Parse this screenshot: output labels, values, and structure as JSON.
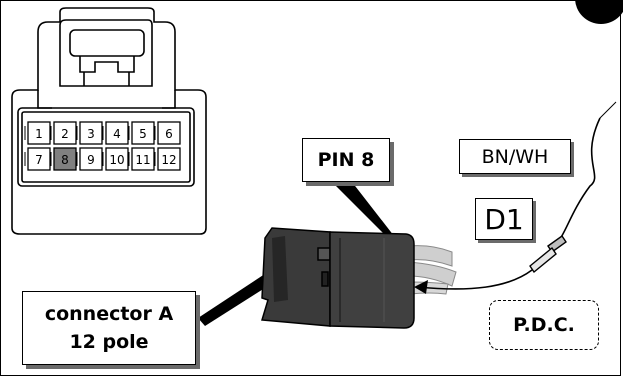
{
  "pin_grid": {
    "top_row": [
      "1",
      "2",
      "3",
      "4",
      "5",
      "6"
    ],
    "bottom_row": [
      "7",
      "8",
      "9",
      "10",
      "11",
      "12"
    ],
    "highlighted_pin": "8",
    "highlight_color": "#808080"
  },
  "labels": {
    "pin": "PIN 8",
    "connector_line1": "connector A",
    "connector_line2": "12 pole",
    "wire_color": "BN/WH",
    "wire_code": "D1",
    "pdc": "P.D.C."
  },
  "colors": {
    "connector_body": "#3d3d3d",
    "connector_dark": "#1a1a1a",
    "wire_sleeve": "#c8c8c8",
    "shadow": "#6b6b6b"
  }
}
